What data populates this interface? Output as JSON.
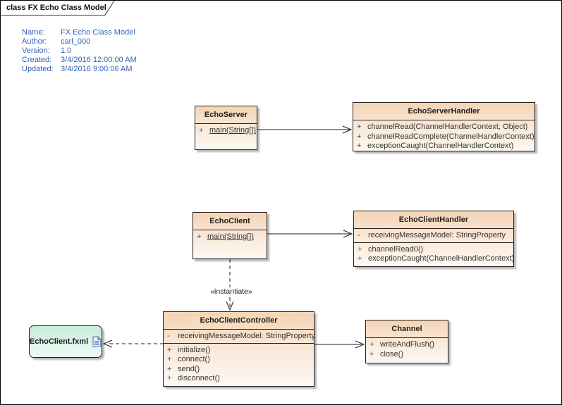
{
  "frame": {
    "tab_title": "class FX Echo Class Model"
  },
  "metadata": {
    "rows": [
      {
        "label": "Name:",
        "value": "FX Echo Class Model"
      },
      {
        "label": "Author:",
        "value": "carl_000"
      },
      {
        "label": "Version:",
        "value": "1.0"
      },
      {
        "label": "Created:",
        "value": "3/4/2016 12:00:00 AM"
      },
      {
        "label": "Updated:",
        "value": "3/4/2016 9:00:06 AM"
      }
    ]
  },
  "classes": {
    "echo_server": {
      "name": "EchoServer",
      "methods": [
        {
          "vis": "+",
          "sig": "main(String[])",
          "static": true
        }
      ]
    },
    "echo_server_handler": {
      "name": "EchoServerHandler",
      "methods": [
        {
          "vis": "+",
          "sig": "channelRead(ChannelHandlerContext, Object)"
        },
        {
          "vis": "+",
          "sig": "channelReadComplete(ChannelHandlerContext)"
        },
        {
          "vis": "+",
          "sig": "exceptionCaught(ChannelHandlerContext)"
        }
      ]
    },
    "echo_client": {
      "name": "EchoClient",
      "methods": [
        {
          "vis": "+",
          "sig": "main(String[])",
          "static": true
        }
      ]
    },
    "echo_client_handler": {
      "name": "EchoClientHandler",
      "attributes": [
        {
          "vis": "-",
          "sig": "receivingMessageModel: StringProperty"
        }
      ],
      "methods": [
        {
          "vis": "+",
          "sig": "channelRead0()"
        },
        {
          "vis": "+",
          "sig": "exceptionCaught(ChannelHandlerContext)"
        }
      ]
    },
    "echo_client_controller": {
      "name": "EchoClientController",
      "attributes": [
        {
          "vis": "-",
          "sig": "receivingMessageModel: StringProperty"
        }
      ],
      "methods": [
        {
          "vis": "+",
          "sig": "initialize()"
        },
        {
          "vis": "+",
          "sig": "connect()"
        },
        {
          "vis": "+",
          "sig": "send()"
        },
        {
          "vis": "+",
          "sig": "disconnect()"
        }
      ]
    },
    "channel": {
      "name": "Channel",
      "methods": [
        {
          "vis": "+",
          "sig": "writeAndFlush()"
        },
        {
          "vis": "+",
          "sig": "close()"
        }
      ]
    }
  },
  "artifact": {
    "name": "EchoClient.fxml",
    "icon": "document-icon"
  },
  "connectors": {
    "instantiate_label": "«instantiate»"
  },
  "colors": {
    "class_fill_top": "#f4d4b5",
    "class_fill_bottom": "#fdf8f3",
    "class_border": "#2a211a",
    "artifact_fill_top": "#c8ecda",
    "metadata_text": "#3465b4",
    "connector_line": "#1c1c1c"
  }
}
